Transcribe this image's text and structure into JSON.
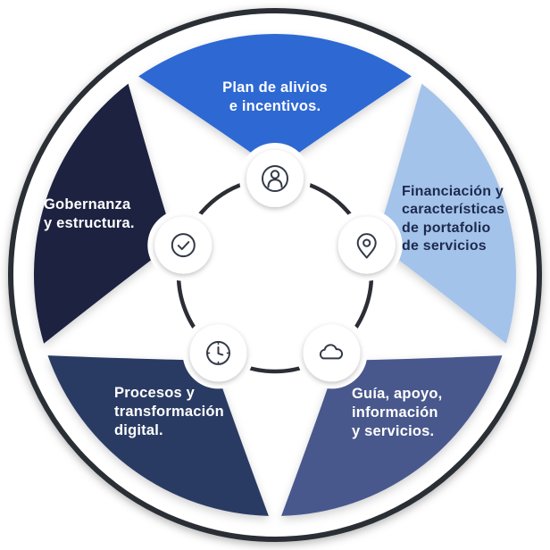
{
  "diagram": {
    "type": "circular-cycle-diagram",
    "segments": [
      {
        "id": "plan-alivios",
        "label": "Plan de alivios\ne incentivos.",
        "color": "#2d67d3",
        "text_color": "#ffffff",
        "icon": "person-icon"
      },
      {
        "id": "financiacion",
        "label": "Financiación y\ncaracterísticas\nde portafolio\nde servicios",
        "color": "#a4c3ea",
        "text_color": "#1d2a4d",
        "icon": "location-pin-icon"
      },
      {
        "id": "guia",
        "label": "Guía, apoyo,\ninformación\ny servicios.",
        "color": "#48598c",
        "text_color": "#ffffff",
        "icon": "cloud-icon"
      },
      {
        "id": "procesos",
        "label": "Procesos y\ntransformación\ndigital.",
        "color": "#2c3a63",
        "text_color": "#ffffff",
        "icon": "clock-icon"
      },
      {
        "id": "gobernanza",
        "label": "Gobernanza\ny estructura.",
        "color": "#1c2440",
        "text_color": "#ffffff",
        "icon": "check-circle-icon"
      }
    ],
    "colors": {
      "outer_ring": "#2c2e35",
      "center_ring": "#2c2e35",
      "icon_stroke": "#333a47",
      "icon_circle": "#ffffff",
      "background": "#ffffff"
    }
  }
}
